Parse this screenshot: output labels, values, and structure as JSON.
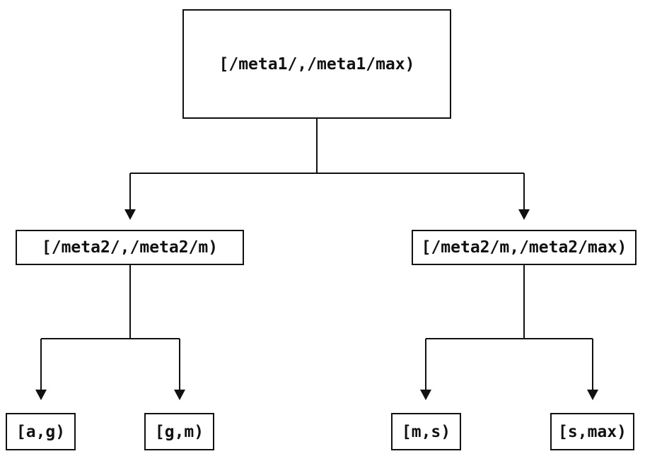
{
  "colors": {
    "background": "#ffffff",
    "line": "#111111",
    "text": "#111111"
  },
  "diagram_type": "binary-interval-partition-tree",
  "tree": {
    "root": {
      "label": "[/meta1/,/meta1/max)"
    },
    "children": [
      {
        "label": "[/meta2/,/meta2/m)",
        "children": [
          {
            "label": "[a,g)"
          },
          {
            "label": "[g,m)"
          }
        ]
      },
      {
        "label": "[/meta2/m,/meta2/max)",
        "children": [
          {
            "label": "[m,s)"
          },
          {
            "label": "[s,max)"
          }
        ]
      }
    ]
  }
}
